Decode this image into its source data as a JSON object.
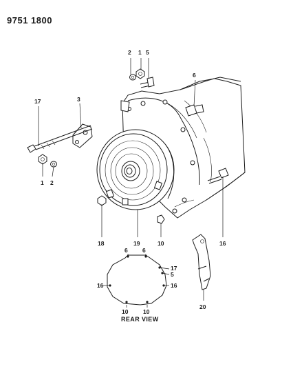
{
  "diagram": {
    "doc_id": "9751 1800",
    "rear_view_caption": "REAR VIEW",
    "callouts": {
      "c2_top": "2",
      "c1_top": "1",
      "c5_top": "5",
      "c6_top": "6",
      "c17_left": "17",
      "c3": "3",
      "c1_low": "1",
      "c2_low": "2",
      "c16_right": "16",
      "c18": "18",
      "c19": "19",
      "c10_mid": "10",
      "c20": "20",
      "rv_6a": "6",
      "rv_6b": "6",
      "rv_17": "17",
      "rv_5": "5",
      "rv_16_left": "16",
      "rv_16_right": "16",
      "rv_10a": "10",
      "rv_10b": "10"
    }
  }
}
